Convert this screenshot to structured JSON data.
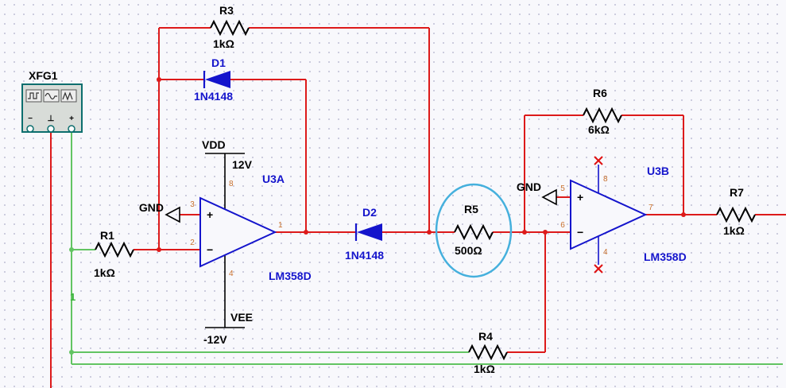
{
  "colors": {
    "wire_red": "#dd1a1a",
    "wire_green": "#62c462",
    "component_blue": "#1414cc",
    "pin_number_orange": "#c8702d",
    "highlight_ellipse_blue": "#45b0dd",
    "instrument_teal": "#0c6e6e",
    "error_x_red": "#e01010"
  },
  "instrument": {
    "ref": "XFG1",
    "terminal_minus": "−",
    "terminal_common": "⊥",
    "terminal_plus": "+"
  },
  "power": {
    "vdd_label": "VDD",
    "vdd_value": "12V",
    "vee_label": "VEE",
    "vee_value": "-12V",
    "gnd_label": "GND"
  },
  "net": {
    "label": "1"
  },
  "opamp_signs": {
    "plus": "+",
    "minus": "−"
  },
  "components": {
    "R1": {
      "ref": "R1",
      "value": "1kΩ"
    },
    "R3": {
      "ref": "R3",
      "value": "1kΩ"
    },
    "R4": {
      "ref": "R4",
      "value": "1kΩ"
    },
    "R5": {
      "ref": "R5",
      "value": "500Ω"
    },
    "R6": {
      "ref": "R6",
      "value": "6kΩ"
    },
    "R7": {
      "ref": "R7",
      "value": "1kΩ"
    },
    "D1": {
      "ref": "D1",
      "value": "1N4148"
    },
    "D2": {
      "ref": "D2",
      "value": "1N4148"
    },
    "U3A": {
      "ref": "U3A",
      "value": "LM358D",
      "pin_noninv": "3",
      "pin_inv": "2",
      "pin_out": "1",
      "pin_vplus": "8",
      "pin_vminus": "4"
    },
    "U3B": {
      "ref": "U3B",
      "value": "LM358D",
      "pin_noninv": "5",
      "pin_inv": "6",
      "pin_out": "7",
      "pin_nc_top": "8",
      "pin_nc_bottom": "4"
    }
  }
}
